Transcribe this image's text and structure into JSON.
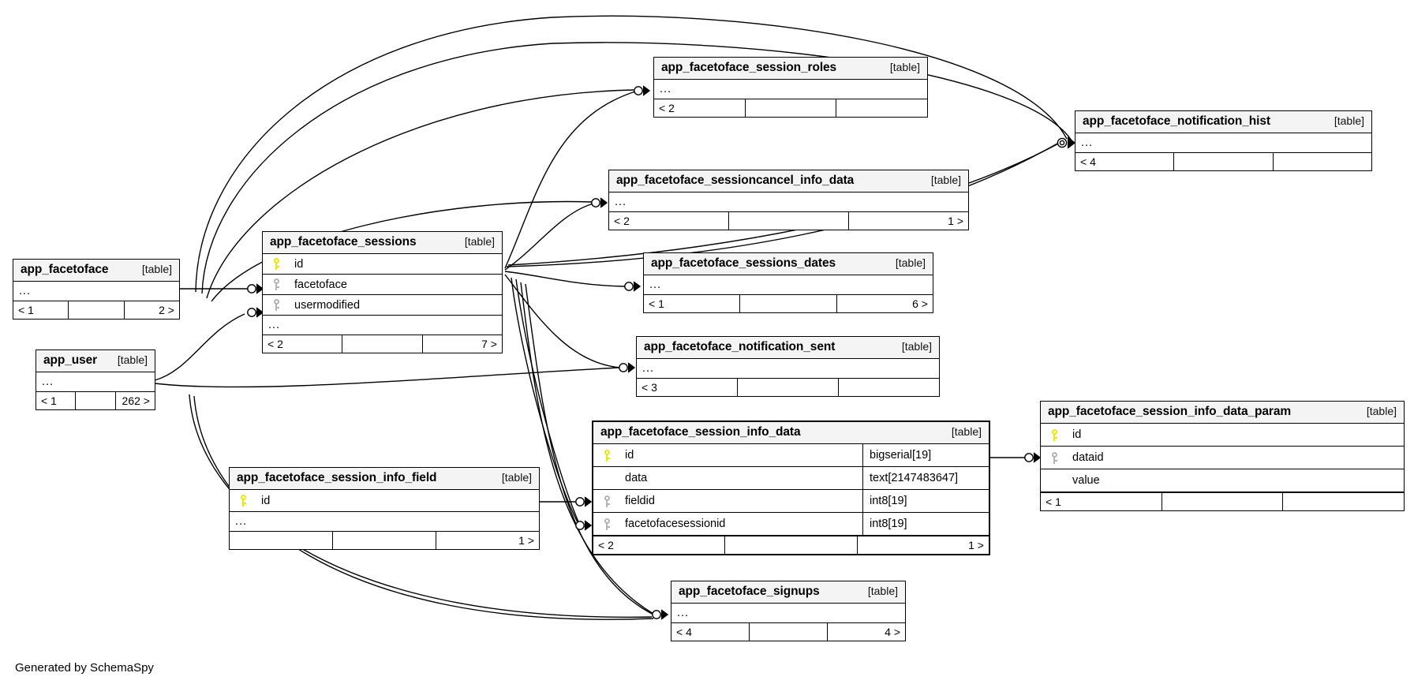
{
  "diagram": {
    "credit": "Generated by SchemaSpy",
    "table_tag": "[table]",
    "ellipsis": "...",
    "pk_icon": "key-icon-primary",
    "fk_icon": "key-icon-foreign",
    "colors": {
      "header_bg": "#f4f4f4",
      "border": "#000000",
      "pk_key": "#e8e800",
      "fk_key": "#b3b3b3",
      "background": "#ffffff"
    }
  },
  "tables": [
    {
      "id": "app_facetoface",
      "name": "app_facetoface",
      "tag": "[table]",
      "columns": [],
      "has_ellipsis": true,
      "footer": [
        "< 1",
        "",
        "2 >"
      ]
    },
    {
      "id": "app_user",
      "name": "app_user",
      "tag": "[table]",
      "columns": [],
      "has_ellipsis": true,
      "footer": [
        "< 1",
        "",
        "262 >"
      ]
    },
    {
      "id": "app_facetoface_sessions",
      "name": "app_facetoface_sessions",
      "tag": "[table]",
      "columns": [
        {
          "key": "pk",
          "name": "id",
          "type": ""
        },
        {
          "key": "fk",
          "name": "facetoface",
          "type": ""
        },
        {
          "key": "fk",
          "name": "usermodified",
          "type": ""
        }
      ],
      "has_ellipsis": true,
      "footer": [
        "< 2",
        "",
        "7 >"
      ]
    },
    {
      "id": "app_facetoface_session_roles",
      "name": "app_facetoface_session_roles",
      "tag": "[table]",
      "columns": [],
      "has_ellipsis": true,
      "footer": [
        "< 2",
        "",
        ""
      ]
    },
    {
      "id": "app_facetoface_notification_hist",
      "name": "app_facetoface_notification_hist",
      "tag": "[table]",
      "columns": [],
      "has_ellipsis": true,
      "footer": [
        "< 4",
        "",
        ""
      ]
    },
    {
      "id": "app_facetoface_sessioncancel_info_data",
      "name": "app_facetoface_sessioncancel_info_data",
      "tag": "[table]",
      "columns": [],
      "has_ellipsis": true,
      "footer": [
        "< 2",
        "",
        "1 >"
      ]
    },
    {
      "id": "app_facetoface_sessions_dates",
      "name": "app_facetoface_sessions_dates",
      "tag": "[table]",
      "columns": [],
      "has_ellipsis": true,
      "footer": [
        "< 1",
        "",
        "6 >"
      ]
    },
    {
      "id": "app_facetoface_notification_sent",
      "name": "app_facetoface_notification_sent",
      "tag": "[table]",
      "columns": [],
      "has_ellipsis": true,
      "footer": [
        "< 3",
        "",
        ""
      ]
    },
    {
      "id": "app_facetoface_session_info_data",
      "name": "app_facetoface_session_info_data",
      "tag": "[table]",
      "columns": [
        {
          "key": "pk",
          "name": "id",
          "type": "bigserial[19]"
        },
        {
          "key": "",
          "name": "data",
          "type": "text[2147483647]"
        },
        {
          "key": "fk",
          "name": "fieldid",
          "type": "int8[19]"
        },
        {
          "key": "fk",
          "name": "facetofacesessionid",
          "type": "int8[19]"
        }
      ],
      "has_ellipsis": false,
      "footer": [
        "< 2",
        "",
        "1 >"
      ]
    },
    {
      "id": "app_facetoface_session_info_data_param",
      "name": "app_facetoface_session_info_data_param",
      "tag": "[table]",
      "columns": [
        {
          "key": "pk",
          "name": "id",
          "type": ""
        },
        {
          "key": "fk",
          "name": "dataid",
          "type": ""
        },
        {
          "key": "",
          "name": "value",
          "type": ""
        }
      ],
      "has_ellipsis": false,
      "footer": [
        "< 1",
        "",
        ""
      ]
    },
    {
      "id": "app_facetoface_session_info_field",
      "name": "app_facetoface_session_info_field",
      "tag": "[table]",
      "columns": [
        {
          "key": "pk",
          "name": "id",
          "type": ""
        }
      ],
      "has_ellipsis": true,
      "footer": [
        "",
        "",
        "1 >"
      ]
    },
    {
      "id": "app_facetoface_signups",
      "name": "app_facetoface_signups",
      "tag": "[table]",
      "columns": [],
      "has_ellipsis": true,
      "footer": [
        "< 4",
        "",
        "4 >"
      ]
    }
  ]
}
